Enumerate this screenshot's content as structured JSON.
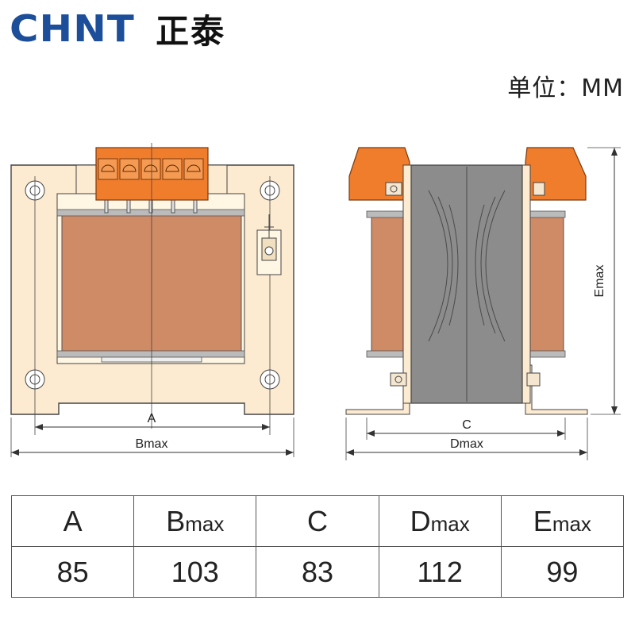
{
  "brand": {
    "latin": "CHNT",
    "chinese": "正泰"
  },
  "unit_label": "单位：MM",
  "dimensions": {
    "A": "A",
    "Bmax": "Bmax",
    "C": "C",
    "Dmax": "Dmax",
    "Emax": "Emax"
  },
  "table": {
    "headers": [
      {
        "main": "A",
        "sub": ""
      },
      {
        "main": "B",
        "sub": "max"
      },
      {
        "main": "C",
        "sub": ""
      },
      {
        "main": "D",
        "sub": "max"
      },
      {
        "main": "E",
        "sub": "max"
      }
    ],
    "values": [
      "85",
      "103",
      "83",
      "112",
      "99"
    ]
  },
  "colors": {
    "frame": "#fcebd0",
    "coil": "#cf8a66",
    "terminal": "#ef7d2c",
    "core": "#8c8c8c",
    "brand_blue": "#1d4e9a"
  }
}
